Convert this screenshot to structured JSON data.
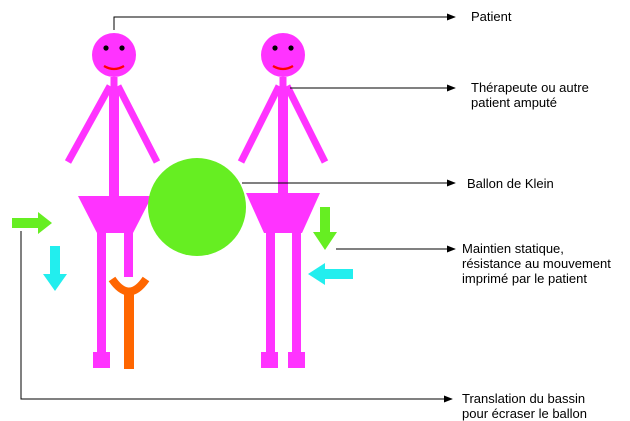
{
  "labels": {
    "patient": "Patient",
    "therapist_l1": "Thérapeute ou autre",
    "therapist_l2": "patient amputé",
    "ball": "Ballon de Klein",
    "static_l1": "Maintien statique,",
    "static_l2": "résistance au mouvement",
    "static_l3": "imprimé par le patient",
    "translation_l1": "Translation du bassin",
    "translation_l2": "pour écraser le ballon"
  },
  "colors": {
    "figure": "#ff33ff",
    "ball": "#66ee22",
    "prosthesis": "#ff6600",
    "arrow_green": "#66ee22",
    "arrow_cyan": "#22eeee",
    "eyes": "#000000",
    "mouth": "#ff0000",
    "leader_line": "#000000"
  }
}
